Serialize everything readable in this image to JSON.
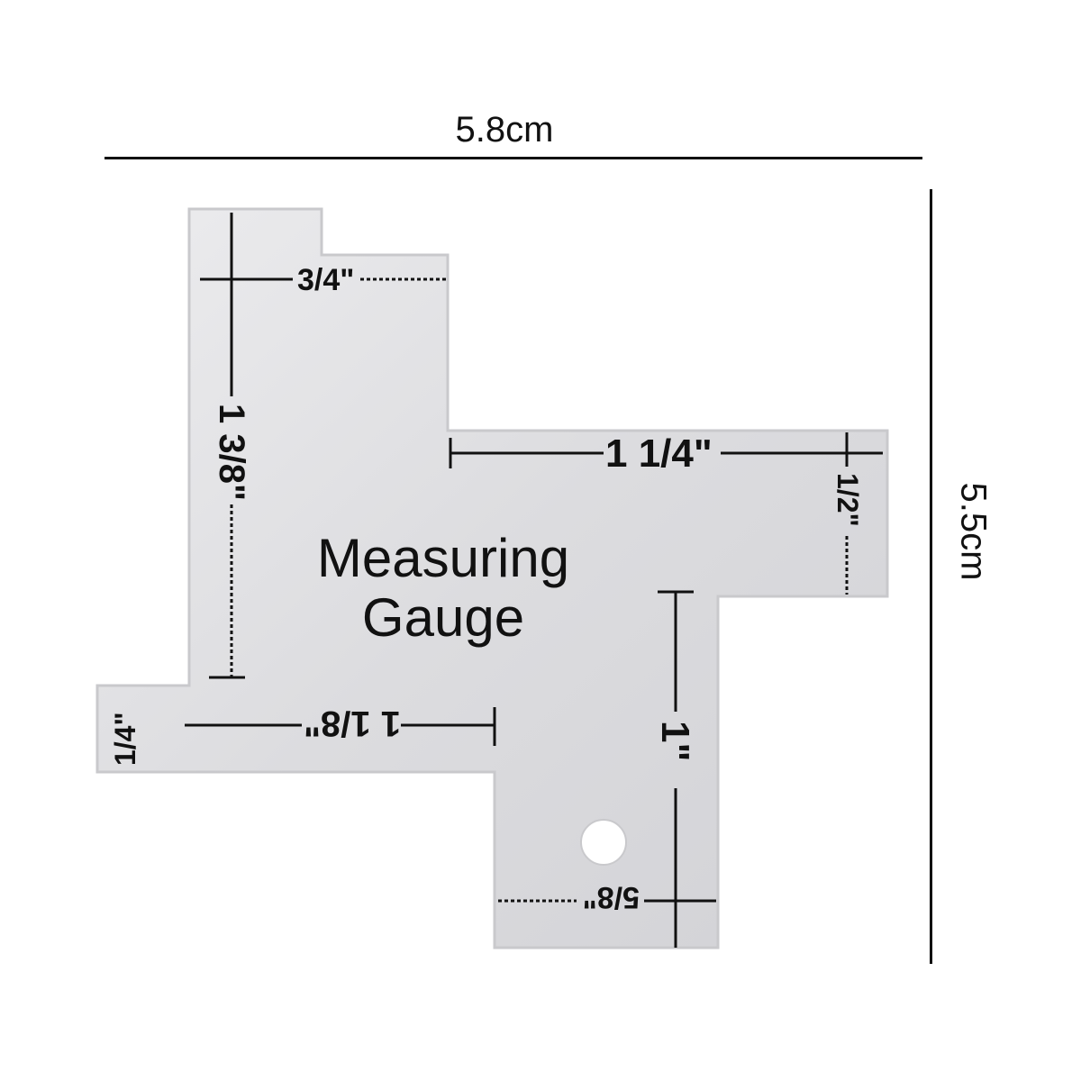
{
  "dimensions": {
    "width_label": "5.8cm",
    "height_label": "5.5cm"
  },
  "gauge": {
    "title_line1": "Measuring",
    "title_line2": "Gauge",
    "marks": {
      "three_quarter": "3/4\"",
      "one_three_eighths": "1 3/8\"",
      "one_quarter_inch": "1 1/4\"",
      "one_half": "1/2\"",
      "one_quarter": "1/4\"",
      "one_eighth": "1 1/8\"",
      "one_inch": "1\"",
      "five_eighths": "5/8\""
    }
  },
  "colors": {
    "plate": "#e2e2e4",
    "plate_edge": "#c9c9cc",
    "ink": "#111111"
  }
}
